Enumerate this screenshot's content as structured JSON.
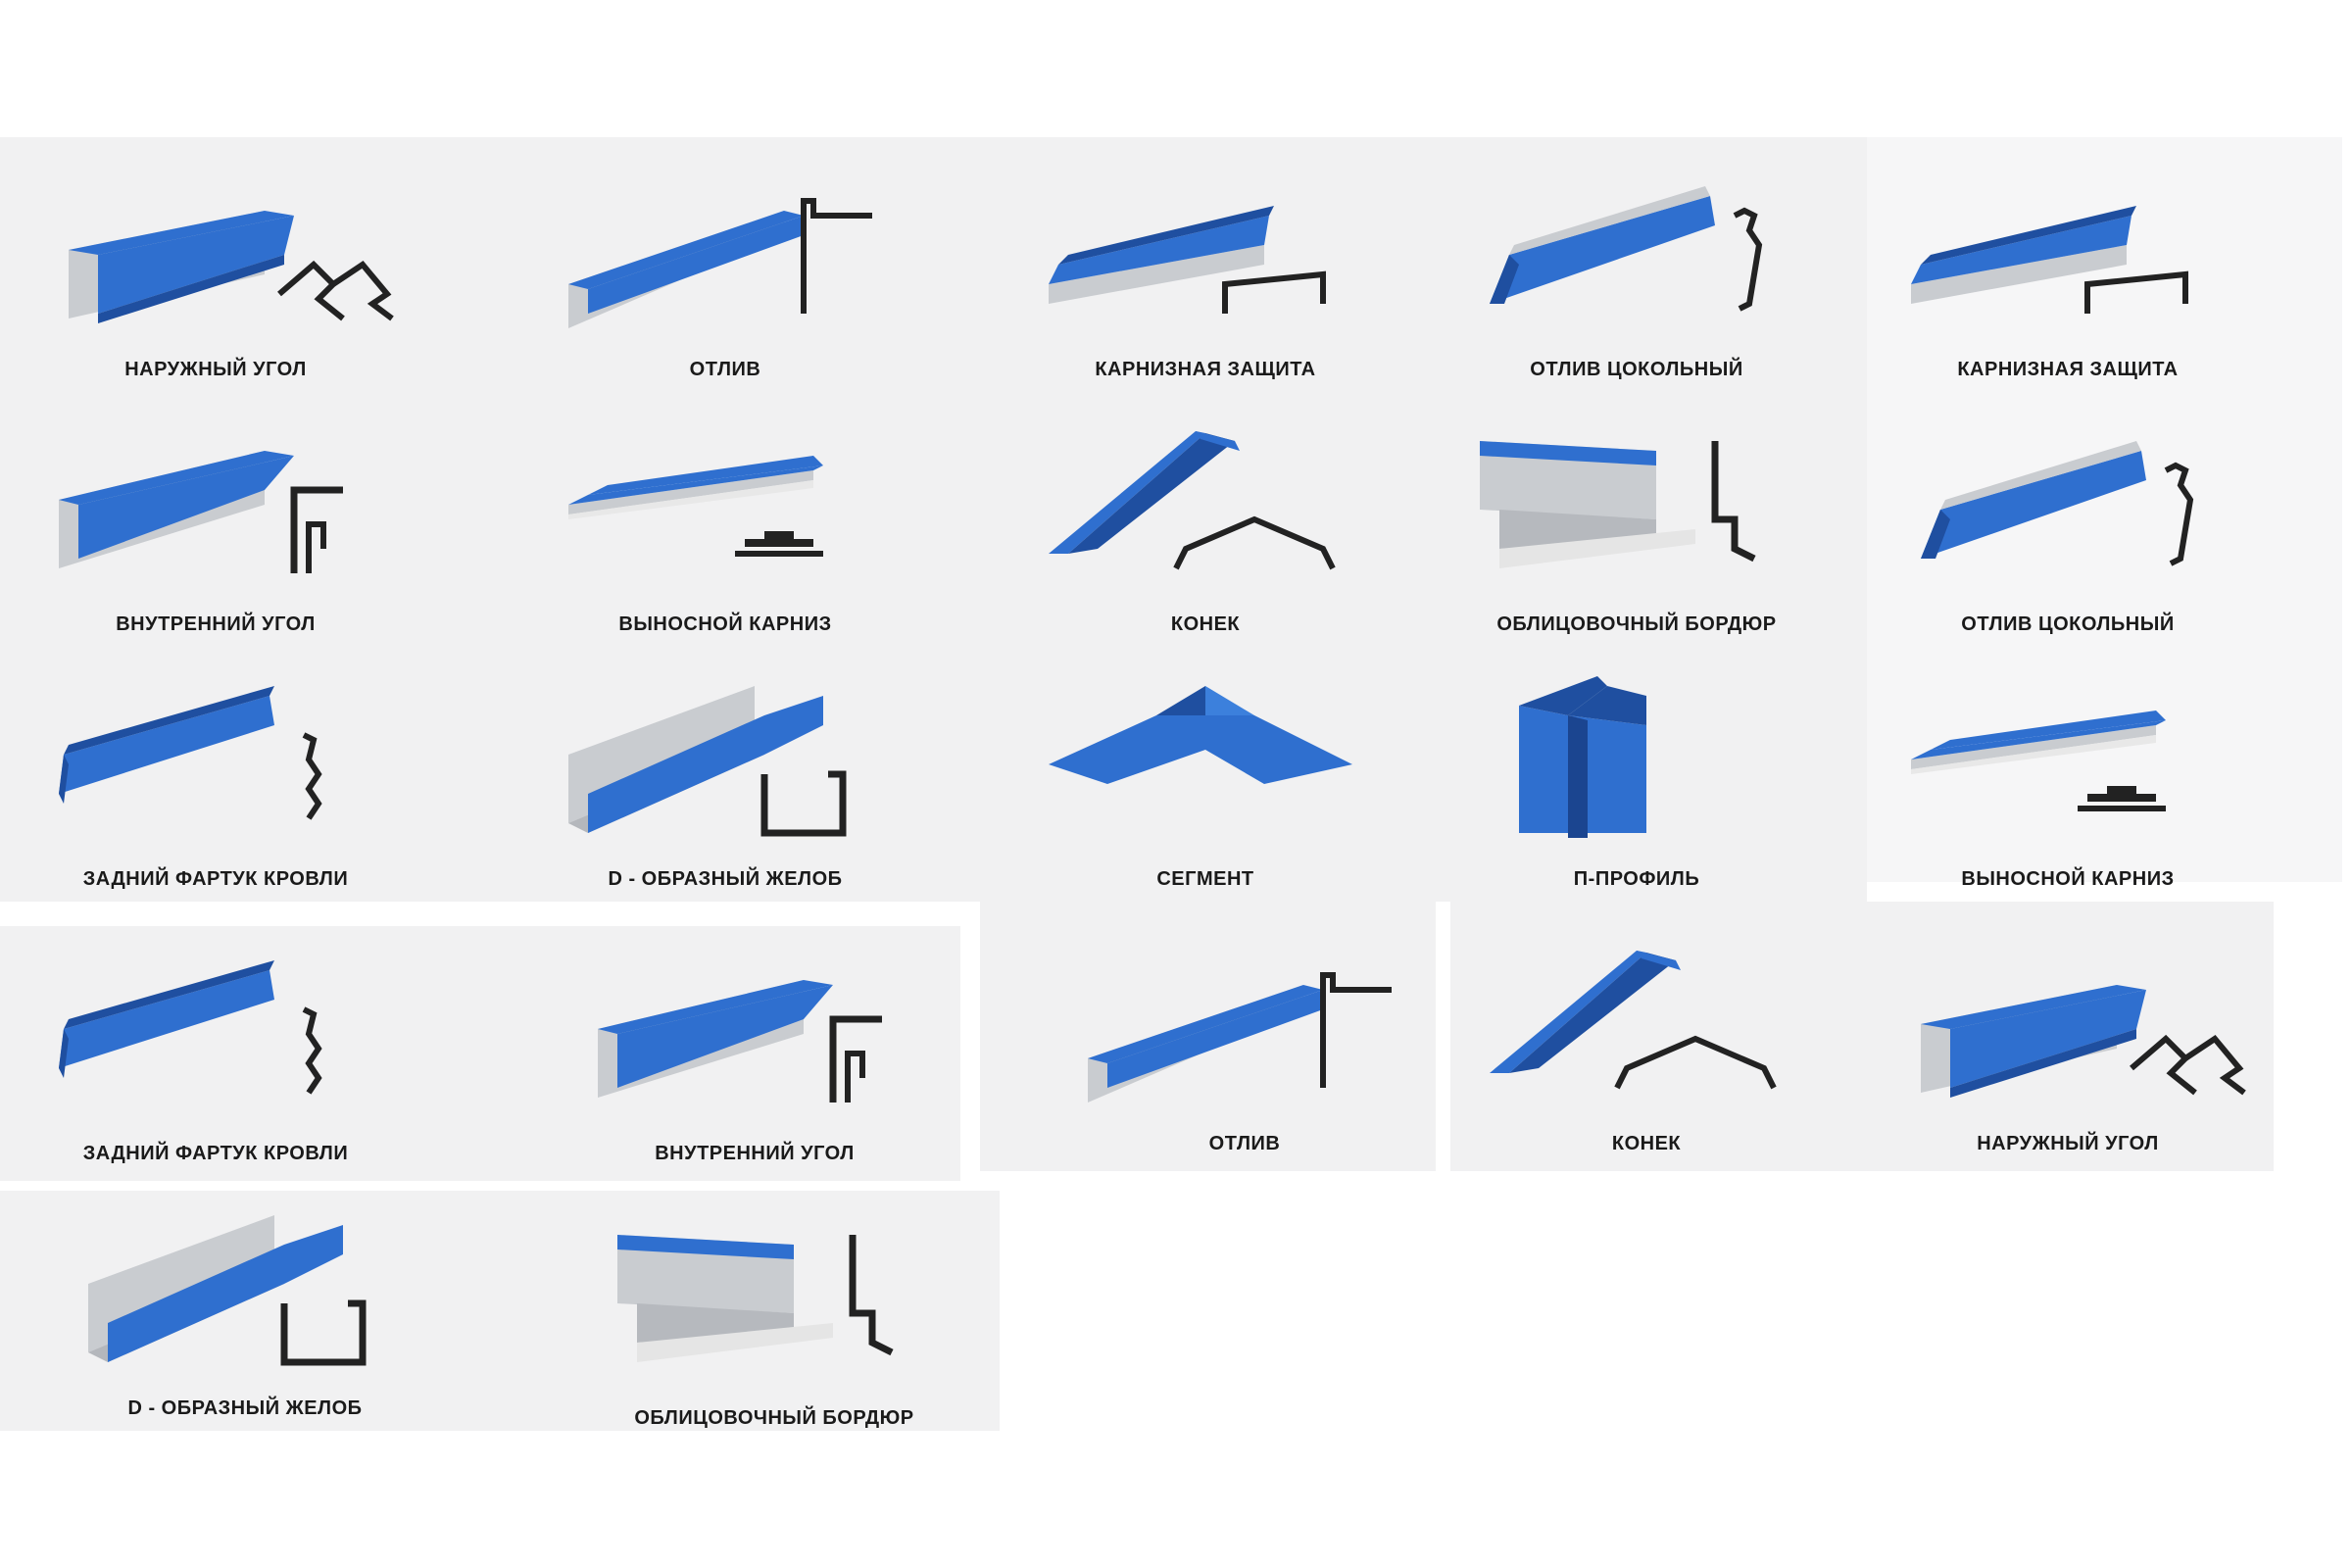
{
  "colors": {
    "blue": "#2f6fcf",
    "blue_dark": "#1f4fa0",
    "gray": "#c9ccd0",
    "outline": "#222222",
    "panel": "#f1f1f2"
  },
  "items": [
    {
      "label": "НАРУЖНЫЙ УГОЛ",
      "icon": "outer-corner"
    },
    {
      "label": "ОТЛИВ",
      "icon": "drip"
    },
    {
      "label": "КАРНИЗНАЯ ЗАЩИТА",
      "icon": "eaves-protection"
    },
    {
      "label": "ОТЛИВ ЦОКОЛЬНЫЙ",
      "icon": "plinth-drip"
    },
    {
      "label": "КАРНИЗНАЯ ЗАЩИТА",
      "icon": "eaves-protection"
    },
    {
      "label": "ВНУТРЕННИЙ УГОЛ",
      "icon": "inner-corner"
    },
    {
      "label": "ВЫНОСНОЙ КАРНИЗ",
      "icon": "overhang-eave"
    },
    {
      "label": "КОНЕК",
      "icon": "ridge"
    },
    {
      "label": "ОБЛИЦОВОЧНЫЙ БОРДЮР",
      "icon": "facing-border"
    },
    {
      "label": "ОТЛИВ ЦОКОЛЬНЫЙ",
      "icon": "plinth-drip"
    },
    {
      "label": "ЗАДНИЙ ФАРТУК КРОВЛИ",
      "icon": "rear-apron"
    },
    {
      "label": "D - ОБРАЗНЫЙ ЖЕЛОБ",
      "icon": "d-gutter"
    },
    {
      "label": "СЕГМЕНТ",
      "icon": "segment"
    },
    {
      "label": "П-ПРОФИЛЬ",
      "icon": "p-profile"
    },
    {
      "label": "ВЫНОСНОЙ КАРНИЗ",
      "icon": "overhang-eave"
    },
    {
      "label": "ЗАДНИЙ ФАРТУК КРОВЛИ",
      "icon": "rear-apron"
    },
    {
      "label": "ВНУТРЕННИЙ УГОЛ",
      "icon": "inner-corner"
    },
    {
      "label": "ОТЛИВ",
      "icon": "drip"
    },
    {
      "label": "КОНЕК",
      "icon": "ridge"
    },
    {
      "label": "НАРУЖНЫЙ УГОЛ",
      "icon": "outer-corner"
    },
    {
      "label": "D - ОБРАЗНЫЙ ЖЕЛОБ",
      "icon": "d-gutter"
    },
    {
      "label": "ОБЛИЦОВОЧНЫЙ БОРДЮР",
      "icon": "facing-border"
    }
  ]
}
